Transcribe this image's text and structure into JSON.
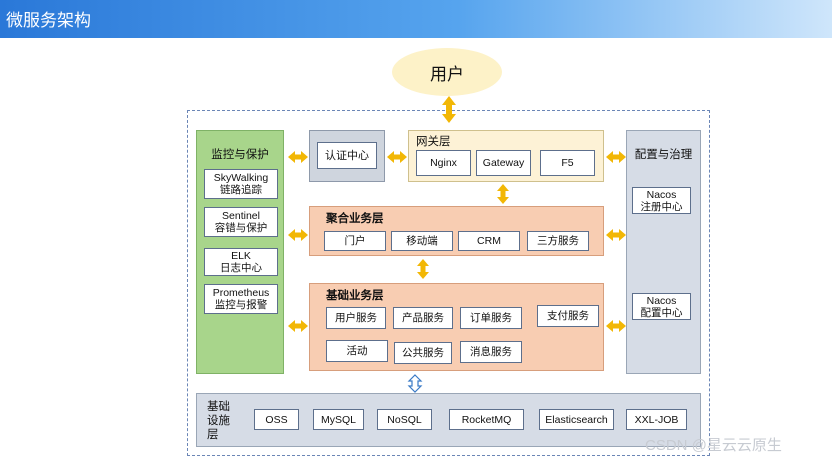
{
  "header": {
    "title": "微服务架构"
  },
  "user": {
    "label": "用户"
  },
  "monitoring": {
    "title": "监控与保护",
    "items": [
      {
        "line1": "SkyWalking",
        "line2": "链路追踪"
      },
      {
        "line1": "Sentinel",
        "line2": "容错与保护"
      },
      {
        "line1": "ELK",
        "line2": "日志中心"
      },
      {
        "line1": "Prometheus",
        "line2": "监控与报警"
      }
    ]
  },
  "auth": {
    "label": "认证中心"
  },
  "gateway_layer": {
    "title": "网关层",
    "items": [
      "Nginx",
      "Gateway",
      "F5"
    ]
  },
  "aggregation_layer": {
    "title": "聚合业务层",
    "items": [
      "门户",
      "移动端",
      "CRM",
      "三方服务"
    ]
  },
  "basic_layer": {
    "title": "基础业务层",
    "row1": [
      "用户服务",
      "产品服务",
      "订单服务",
      "支付服务"
    ],
    "row2": [
      "活动",
      "公共服务",
      "消息服务"
    ]
  },
  "config": {
    "title": "配置与治理",
    "items": [
      {
        "line1": "Nacos",
        "line2": "注册中心"
      },
      {
        "line1": "Nacos",
        "line2": "配置中心"
      }
    ]
  },
  "infrastructure": {
    "title_lines": [
      "基础",
      "设施",
      "层"
    ],
    "items": [
      "OSS",
      "MySQL",
      "NoSQL",
      "RocketMQ",
      "Elasticsearch",
      "XXL-JOB"
    ]
  },
  "watermark": "CSDN @星云云原生",
  "colors": {
    "header_blue": "#2a78d8",
    "arrow_gold": "#f2b705",
    "monitor_green": "#a8d58b",
    "layer_peach": "#f8cdb2",
    "gray_panel": "#d6dce6",
    "user_yellow": "#fdf2c8"
  }
}
